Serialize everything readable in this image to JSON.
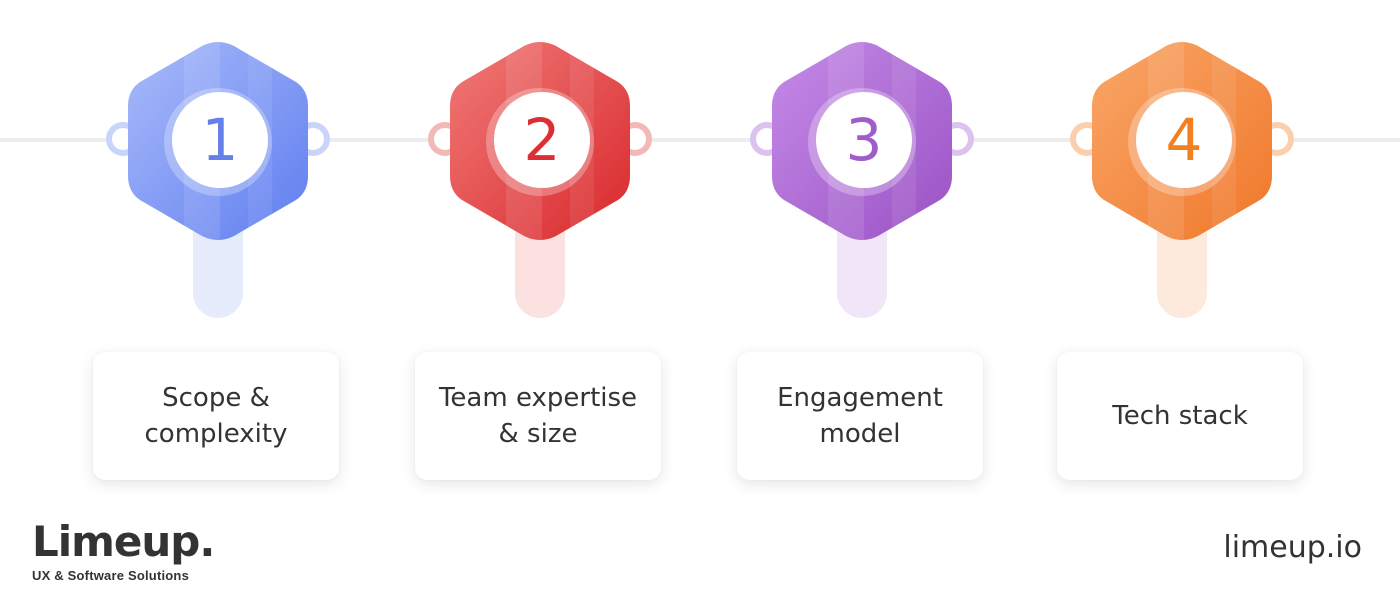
{
  "steps": [
    {
      "number": "1",
      "label": "Scope &\ncomplexity",
      "colors": {
        "light": "#a9bbfa",
        "dark": "#5f7ef0",
        "stem": "#e7ecfd",
        "ring": "#c9d4fb",
        "number": "#6680ea"
      }
    },
    {
      "number": "2",
      "label": "Team expertise\n& size",
      "colors": {
        "light": "#f07b78",
        "dark": "#d9282c",
        "stem": "#fbe2e1",
        "ring": "#f2b9b7",
        "number": "#dc2f33"
      }
    },
    {
      "number": "3",
      "label": "Engagement\nmodel",
      "colors": {
        "light": "#c58be8",
        "dark": "#9a52c4",
        "stem": "#f1e6f8",
        "ring": "#dcc2ee",
        "number": "#a05cc9"
      }
    },
    {
      "number": "4",
      "label": "Tech stack",
      "colors": {
        "light": "#f9a768",
        "dark": "#f0772a",
        "stem": "#fdeadc",
        "ring": "#fbcfae",
        "number": "#f08020"
      }
    }
  ],
  "brand": {
    "name": "Limeup.",
    "tagline": "UX & Software Solutions"
  },
  "site": "limeup.io"
}
